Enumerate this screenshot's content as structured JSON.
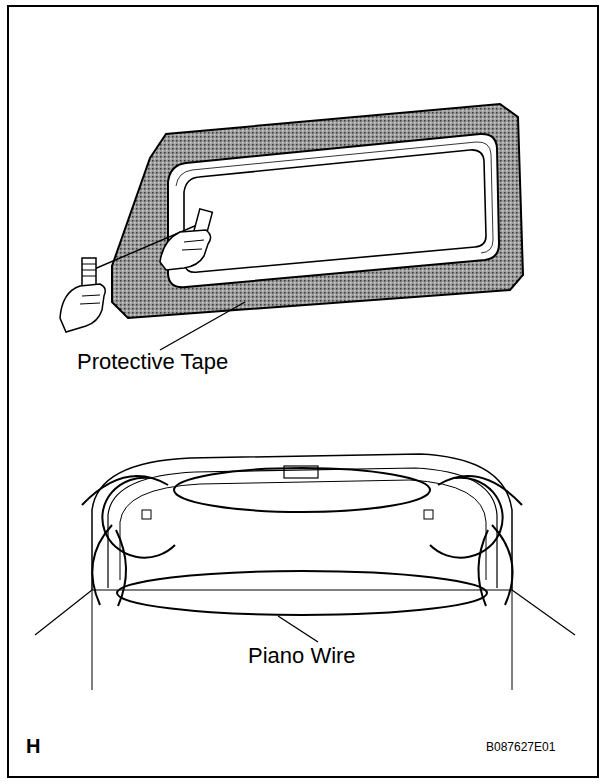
{
  "diagram": {
    "labels": [
      "Protective Tape",
      "Piano Wire",
      "H",
      "B087627E01"
    ]
  }
}
